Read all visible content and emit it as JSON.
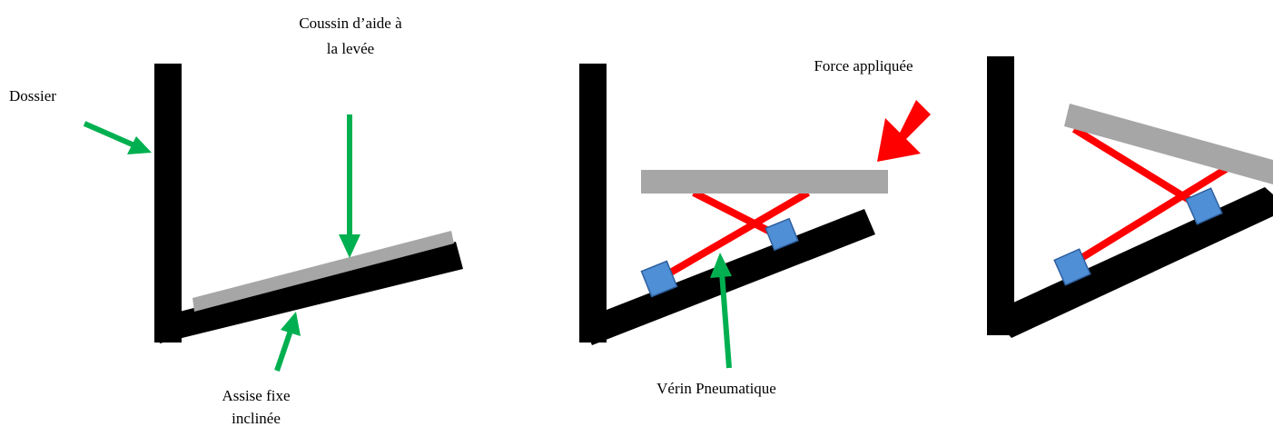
{
  "labels": {
    "dossier": "Dossier",
    "coussin_line1": "Coussin d’aide à",
    "coussin_line2": "la levée",
    "assise_line1": "Assise fixe",
    "assise_line2": "inclinée",
    "force": "Force appliquée",
    "verin": "Vérin Pneumatique"
  },
  "colors": {
    "frame": "#000000",
    "cushion": "#a6a6a6",
    "green_arrow": "#00b050",
    "red_arrow": "#ff0000",
    "jack": "#ff0000",
    "jack_block": "#4f8fd6",
    "jack_block_border": "#2f5f9e"
  }
}
